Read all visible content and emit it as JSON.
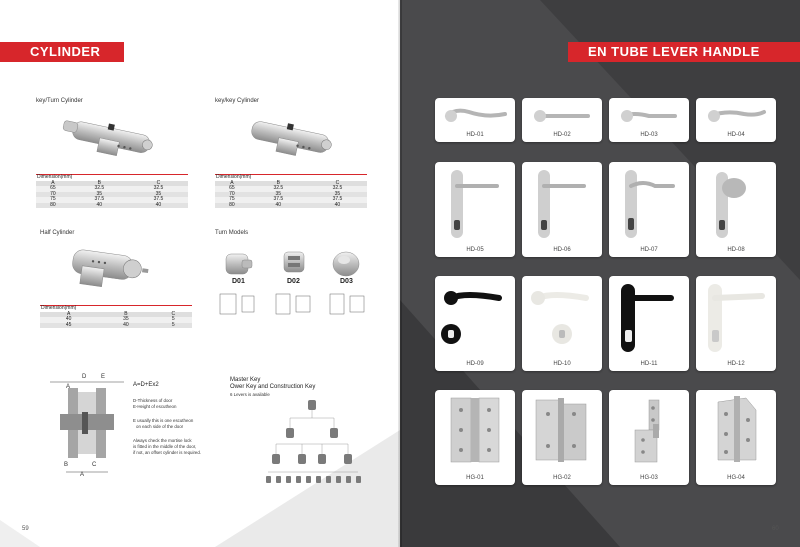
{
  "left_page": {
    "banner": "CYLINDER",
    "page_number": "59",
    "key_turn": {
      "title": "key/Turn Cylinder",
      "caption": "Dimension(mm)",
      "headers": [
        "A",
        "B",
        "C"
      ],
      "rows": [
        [
          "65",
          "32.5",
          "32.5"
        ],
        [
          "70",
          "35",
          "35"
        ],
        [
          "75",
          "37.5",
          "37.5"
        ],
        [
          "80",
          "40",
          "40"
        ]
      ]
    },
    "key_key": {
      "title": "key/key Cylinder",
      "caption": "Dimension(mm)",
      "headers": [
        "A",
        "B",
        "C"
      ],
      "rows": [
        [
          "65",
          "32.5",
          "32.5"
        ],
        [
          "70",
          "35",
          "35"
        ],
        [
          "75",
          "37.5",
          "37.5"
        ],
        [
          "80",
          "40",
          "40"
        ]
      ]
    },
    "half": {
      "title": "Half Cylinder",
      "caption": "Dimension(mm)",
      "headers": [
        "A",
        "B",
        "C"
      ],
      "rows": [
        [
          "40",
          "35",
          "5"
        ],
        [
          "45",
          "40",
          "5"
        ]
      ]
    },
    "turn_models": {
      "title": "Turn Models",
      "labels": [
        "D01",
        "D02",
        "D03"
      ]
    },
    "diagram": {
      "formula": "A=D+Ex2",
      "letters": {
        "d": "D",
        "e": "E",
        "a": "A",
        "b": "B",
        "c": "C"
      },
      "notes": [
        "D-Thickness of door",
        "E-Height of escutheon",
        "E usually this is one escutheon",
        "on each side of the door",
        "Always check the mortise lock",
        "is fitted in the middle of the door,",
        "if not, an offset cylinder is required."
      ]
    },
    "master_key": {
      "title_line1": "Master Key",
      "title_line2": "Ower Key and Construction Key",
      "subtitle": "6 Levers is available"
    }
  },
  "right_page": {
    "banner": "EN TUBE LEVER HANDLE",
    "page_number": "60",
    "row1": [
      "HD-01",
      "HD-02",
      "HD-03",
      "HD-04"
    ],
    "row2": [
      "HD-05",
      "HD-06",
      "HD-07",
      "HD-08"
    ],
    "row3": [
      "HD-09",
      "HD-10",
      "HD-11",
      "HD-12"
    ],
    "row4": [
      "HG-01",
      "HG-02",
      "HG-03",
      "HG-04"
    ]
  },
  "colors": {
    "accent_red": "#d7262b",
    "right_background": "#3e3e40",
    "left_background": "#ffffff"
  }
}
